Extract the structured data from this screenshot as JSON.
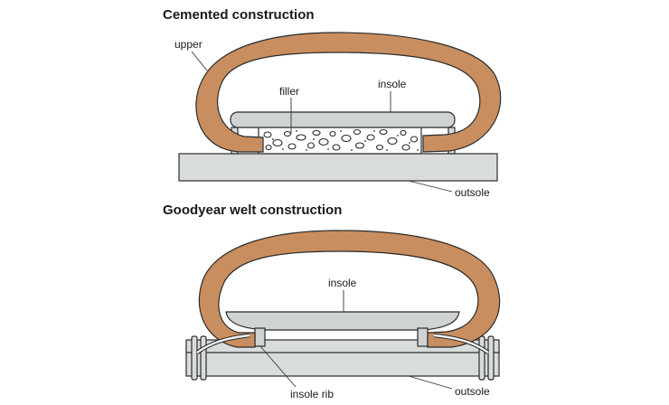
{
  "sections": {
    "cemented": {
      "title": "Cemented construction",
      "labels": {
        "upper": "upper",
        "filler": "filler",
        "insole": "insole",
        "outsole": "outsole"
      }
    },
    "goodyear": {
      "title": "Goodyear welt construction",
      "labels": {
        "insole": "insole",
        "insole_rib": "insole rib",
        "outsole": "outsole"
      }
    }
  },
  "colors": {
    "upper_fill": "#c98e5f",
    "sole_fill": "#d9dcdd",
    "insole_fill": "#cfd3d4",
    "outline": "#2b2b2b",
    "filler_fill": "#ffffff"
  }
}
